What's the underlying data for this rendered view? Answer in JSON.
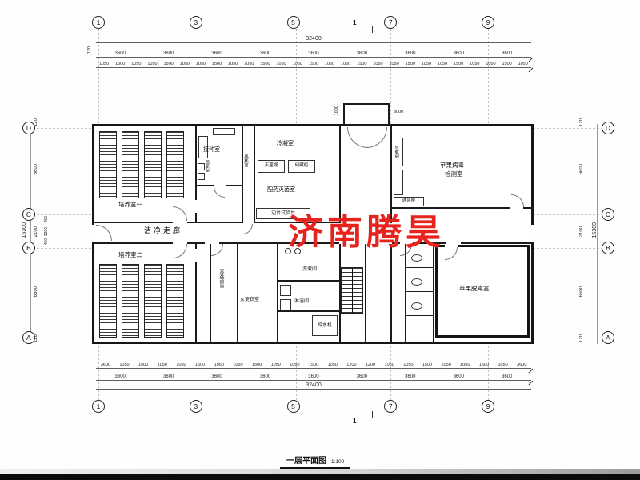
{
  "drawing": {
    "title": "一层平面图",
    "scale": "1:100"
  },
  "watermark": {
    "text": "济南腾昊",
    "color": "#e6231c"
  },
  "axes": {
    "top": [
      "1",
      "3",
      "5",
      "7",
      "9"
    ],
    "bottom": [
      "1",
      "3",
      "5",
      "7",
      "9"
    ],
    "left": [
      "D",
      "C",
      "B",
      "A"
    ],
    "right": [
      "D",
      "C",
      "B",
      "A"
    ],
    "section": "1"
  },
  "dims": {
    "top_total": "32400",
    "bottom_total": "32400",
    "side_total": "15300",
    "edge": "120",
    "top_segments": [
      "3600",
      "3600",
      "3600",
      "3600",
      "3600",
      "3600",
      "3600",
      "3600",
      "3600"
    ],
    "bottom_segments": [
      "3600",
      "3600",
      "3600",
      "3600",
      "3600",
      "3600",
      "3600",
      "3600",
      "3600"
    ],
    "top_subdims": [
      "1050",
      "1500",
      "1050",
      "1050",
      "1500",
      "1050",
      "1050",
      "1500",
      "1050",
      "1050",
      "1500",
      "1050",
      "1050",
      "1500",
      "1050",
      "1050",
      "1500",
      "1050",
      "1050",
      "1500",
      "1050",
      "1050",
      "1500",
      "1050",
      "1050",
      "1500",
      "1050"
    ],
    "bottom_subdims": [
      "3600",
      "1050",
      "1500",
      "1050",
      "1050",
      "1500",
      "1050",
      "1050",
      "1500",
      "1050",
      "1050",
      "1500",
      "1050",
      "1200",
      "1200",
      "1050",
      "1050",
      "1500",
      "1050",
      "1050",
      "1500",
      "1050",
      "3600"
    ],
    "left_main": [
      "120",
      "6600",
      "2100",
      "6600",
      "120"
    ],
    "left_sub": [
      "450",
      "1200",
      "450"
    ],
    "right_main": [
      "120",
      "6600",
      "2100",
      "6600",
      "120"
    ],
    "entrance_width": "3000",
    "entrance_depth": "1000"
  },
  "rooms": {
    "culture1": "培养室一",
    "culture2": "培养室二",
    "inoculation": "接种室",
    "cooling": "冷凝室",
    "air_shower": "风淋室",
    "pass_window": "传递窗",
    "autoclave": "灭菌锅",
    "cabinet": "储藏柜",
    "dispensary": "配药灭菌室",
    "bench": "边台试验台",
    "corridor": "洁净走廊",
    "virus_room_l1": "苹果病毒",
    "virus_room_l2": "检测室",
    "clean_bench": "超净台",
    "fume_hood": "通风柜",
    "men_change": "男更衣室",
    "women_change": "女更衣室",
    "wash": "洗漱间",
    "shower_room": "淋浴间",
    "pure_water": "纯水机",
    "detox": "苹果脱毒室"
  }
}
